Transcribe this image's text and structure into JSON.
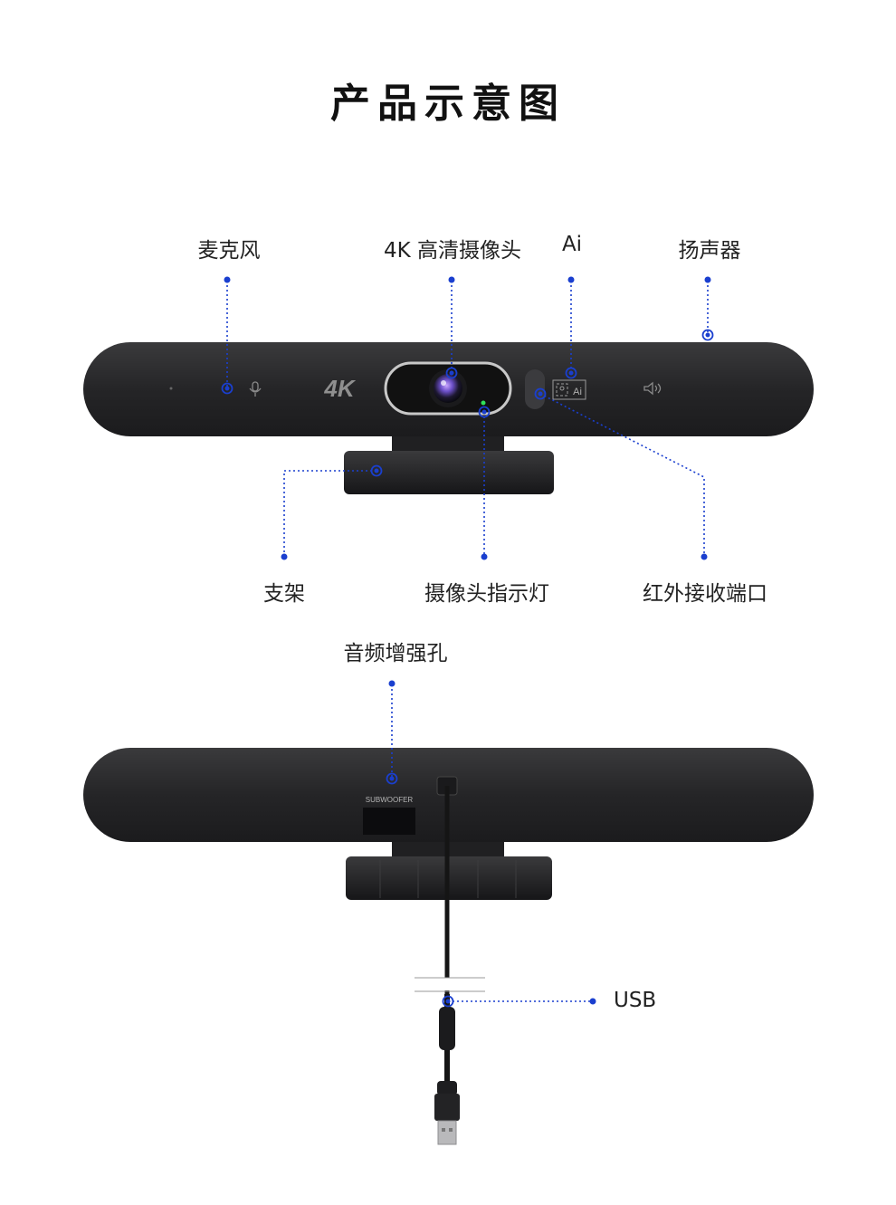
{
  "title": "产品示意图",
  "front_labels": {
    "microphone": "麦克风",
    "camera": "4K 高清摄像头",
    "ai": "Ai",
    "speaker": "扬声器",
    "stand": "支架",
    "indicator": "摄像头指示灯",
    "ir_receiver": "红外接收端口"
  },
  "back_labels": {
    "audio_hole": "音频增强孔",
    "usb": "USB"
  },
  "device": {
    "badge_4k": "4K",
    "ai_badge": "Ai",
    "subwoofer_text": "SUBWOOFER"
  },
  "colors": {
    "accent": "#1a3fcf",
    "body": "#2b2b2d"
  }
}
